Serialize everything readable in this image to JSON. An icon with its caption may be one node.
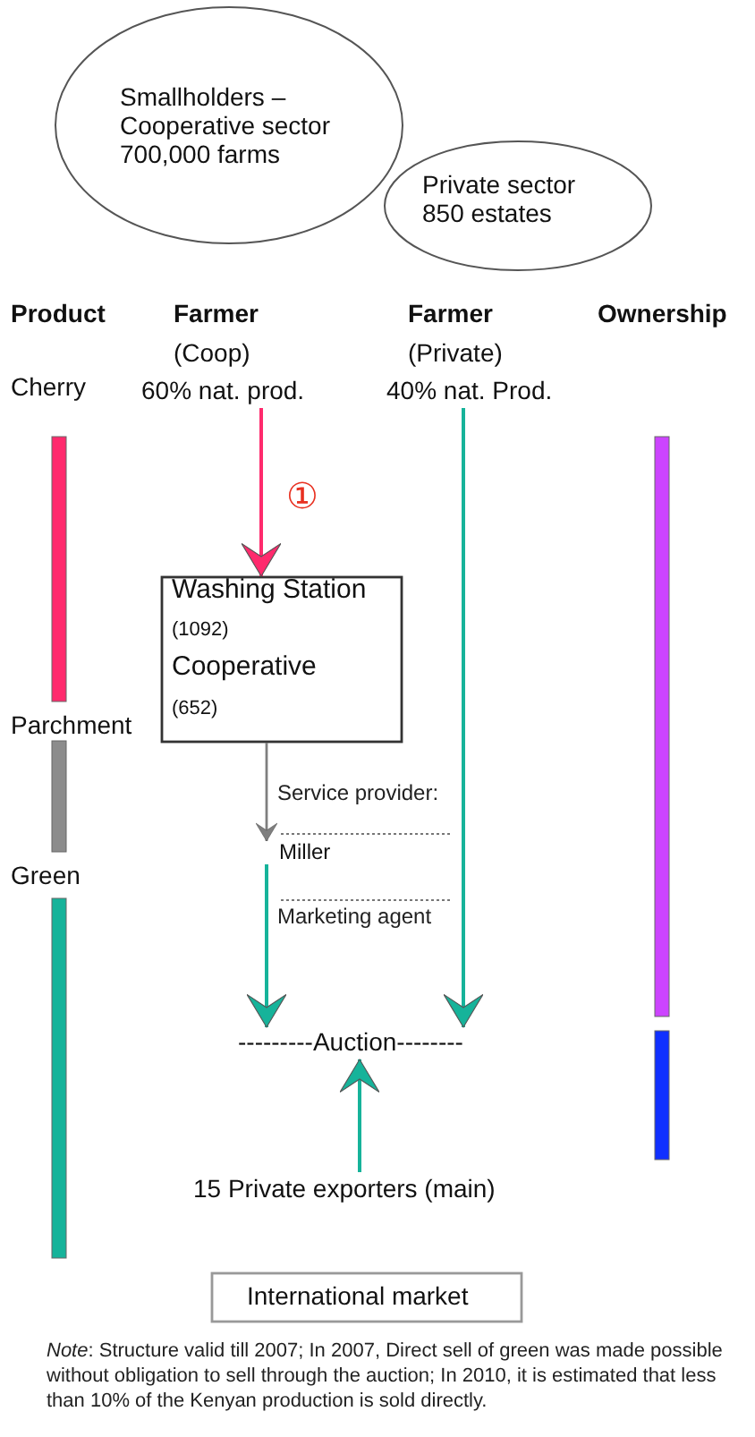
{
  "diagram": {
    "nodes": [
      {
        "text": [
          "Smallholders – Cooperative sector 700,000 farms"
        ]
      },
      {
        "text": [
          "Private sector 850 estates"
        ]
      },
      {
        "text": [
          "Farmer",
          "(Coop)",
          "60% nat. prod."
        ]
      },
      {
        "text": [
          "Farmer",
          "(Private)",
          "40% nat. Prod."
        ]
      },
      {
        "text": [
          "Washing Station",
          "(1092)",
          "Cooperative",
          "(652)"
        ]
      },
      {
        "text": [
          "Miller"
        ]
      },
      {
        "text": [
          "---------Auction--------"
        ]
      },
      {
        "text": [
          "15 Private exporters (main)"
        ]
      },
      {
        "text": [
          "International market"
        ]
      }
    ],
    "edges": [
      {
        "from": 2,
        "to": 4,
        "arrow": "to",
        "color": "#ff2a6d"
      },
      {
        "from": 3,
        "to": 6,
        "arrow": "to"
      },
      {
        "from": 4,
        "to": 5,
        "arrow": "to",
        "color": "#7f7f7f"
      },
      {
        "from": 5,
        "to": 6,
        "arrow": "to"
      },
      {
        "from": 7,
        "to": 6,
        "arrow": "to"
      }
    ],
    "labels": [
      "Product",
      "Ownership",
      "Cherry",
      "①",
      "Parchment",
      "Service provider:",
      "Green",
      "Marketing agent",
      "*Note*: Structure valid till 2007; In 2007, Direct sell of green was made possible without obligation to sell through the auction; In 2010, it is estimated that less than 10% of the Kenyan production is sold directly."
    ]
  }
}
